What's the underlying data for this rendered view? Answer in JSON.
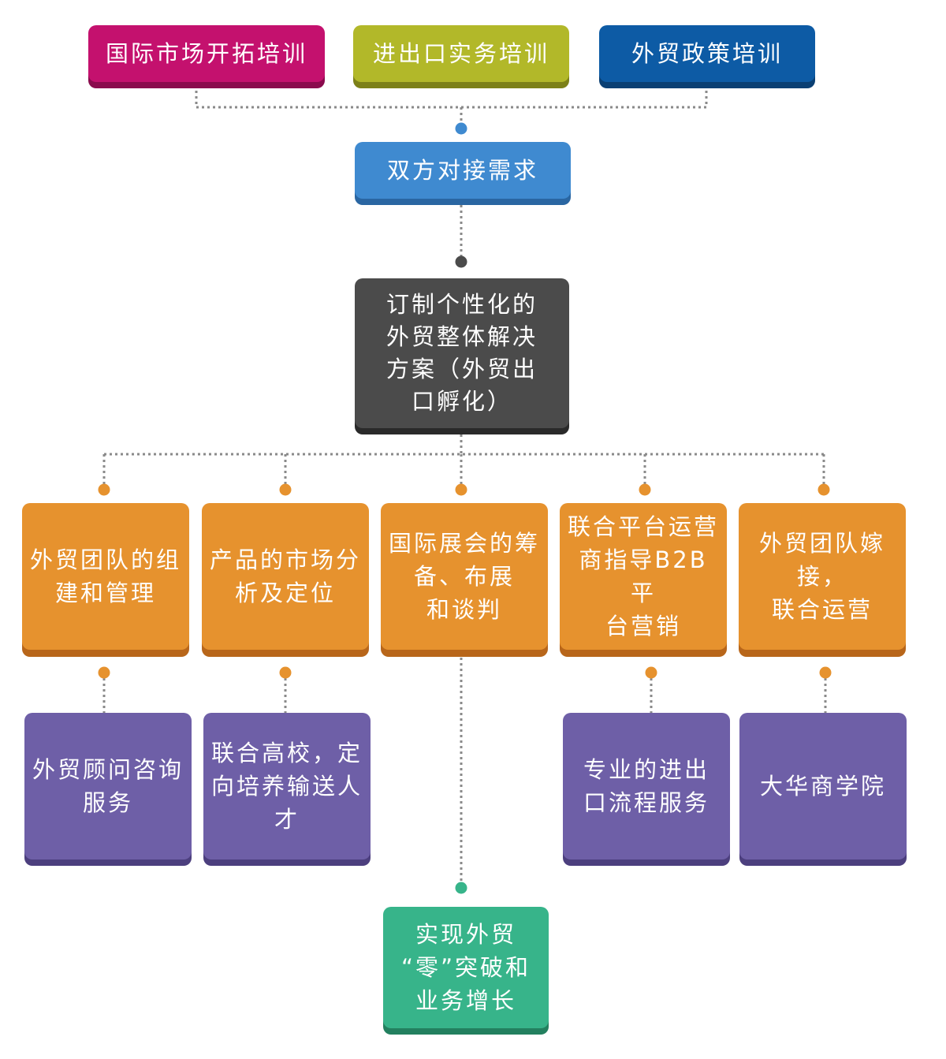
{
  "top_row": {
    "intl_market": "国际市场开拓培训",
    "import_export": "进出口实务培训",
    "trade_policy": "外贸政策培训"
  },
  "demand": "双方对接需求",
  "custom_solution": [
    "订制个性化的",
    "外贸整体解决",
    "方案（外贸出",
    "口孵化）"
  ],
  "services": [
    [
      "外贸团队的组",
      "建和管理"
    ],
    [
      "产品的市场分",
      "析及定位"
    ],
    [
      "国际展会的筹",
      "备、布展",
      "和谈判"
    ],
    [
      "联合平台运营",
      "商指导B2B平",
      "台营销"
    ],
    [
      "外贸团队嫁接，",
      "联合运营"
    ]
  ],
  "sub_services": [
    [
      "外贸顾问咨询",
      "服务"
    ],
    [
      "联合高校，定",
      "向培养输送人",
      "才"
    ],
    [
      "专业的进出",
      "口流程服务"
    ],
    [
      "大华商学院"
    ]
  ],
  "outcome": [
    "实现外贸",
    "“零”突破和",
    "业务增长"
  ],
  "colors": {
    "magenta": "#c4116e",
    "olive": "#b2b829",
    "navy": "#0d5ba5",
    "blue": "#3f8ad0",
    "charcoal": "#4b4b4b",
    "orange": "#e6922e",
    "purple": "#6e5fa7",
    "green": "#37b48a",
    "dot_blue": "#3f8ad0",
    "dot_dark": "#4b4b4b",
    "dot_orange": "#e6922e",
    "dot_green": "#37b48a",
    "wire": "#8a8a8a"
  }
}
